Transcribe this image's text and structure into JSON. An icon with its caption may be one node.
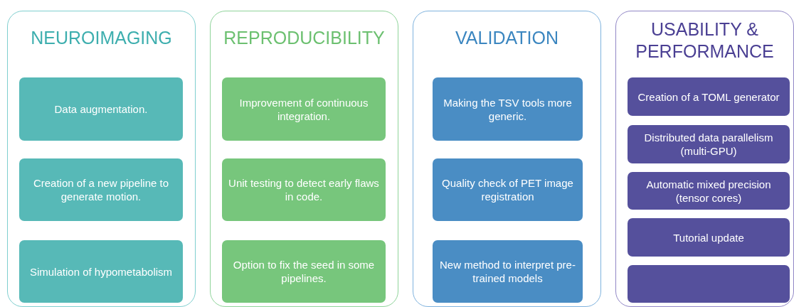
{
  "diagram": {
    "nodes": [
      {
        "text": [
          "NEUROIMAGING"
        ]
      },
      {
        "text": [
          "Data augmentation."
        ],
        "in": 0
      },
      {
        "text": [
          "Creation of a new pipeline to generate motion."
        ],
        "in": 0
      },
      {
        "text": [
          "Simulation of hypometabolism"
        ],
        "in": 0
      },
      {
        "text": [
          "REPRODUCIBILITY"
        ]
      },
      {
        "text": [
          "Improvement of continuous integration."
        ],
        "in": 4
      },
      {
        "text": [
          "Unit testing to detect early flaws in code."
        ],
        "in": 4
      },
      {
        "text": [
          "Option to fix the seed in some pipelines."
        ],
        "in": 4
      },
      {
        "text": [
          "VALIDATION"
        ]
      },
      {
        "text": [
          "Making the TSV tools more generic."
        ],
        "in": 8
      },
      {
        "text": [
          "Quality check of PET image registration"
        ],
        "in": 8
      },
      {
        "text": [
          "New method to interpret pre-trained models"
        ],
        "in": 8
      },
      {
        "text": [
          "USABILITY & PERFORMANCE"
        ]
      },
      {
        "text": [
          "Creation of a TOML generator"
        ],
        "in": 12
      },
      {
        "text": [
          "Distributed data parallelism (multi-GPU)"
        ],
        "in": 12
      },
      {
        "text": [
          "Automatic mixed precision (tensor cores)"
        ],
        "in": 12
      },
      {
        "text": [
          "Tutorial update"
        ],
        "in": 12
      },
      {
        "text": [],
        "shape": "box",
        "in": 12
      }
    ]
  }
}
